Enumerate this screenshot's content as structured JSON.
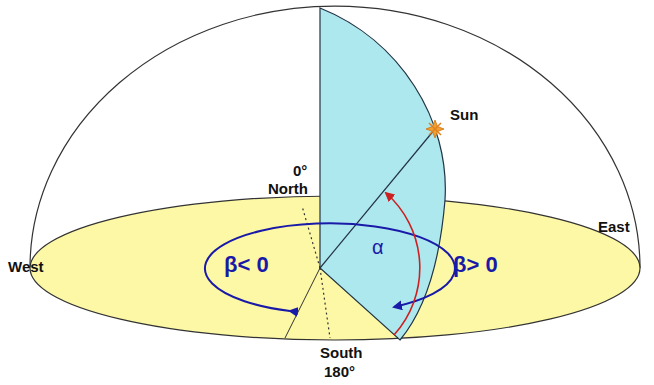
{
  "diagram": {
    "labels": [
      "Sun",
      "0°",
      "North",
      "East",
      "West",
      "β< 0",
      "β> 0",
      "α",
      "South",
      "180°"
    ]
  }
}
